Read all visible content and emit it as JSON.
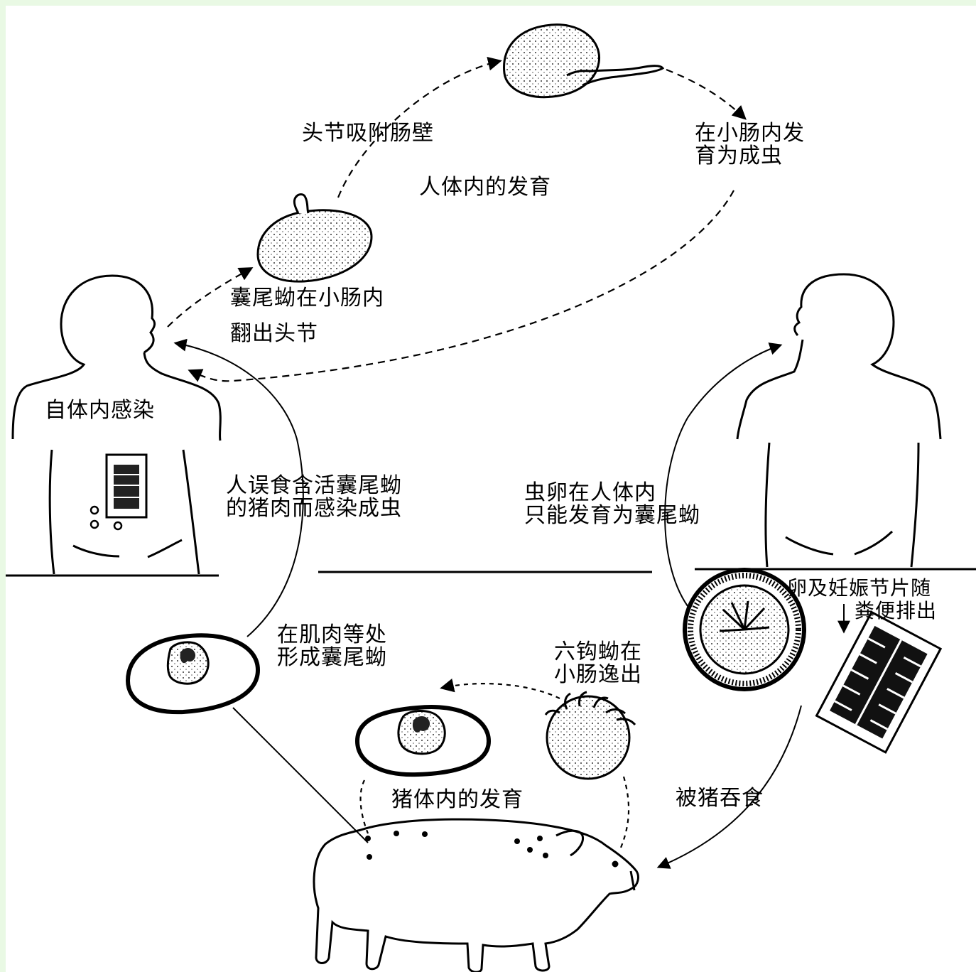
{
  "labels": {
    "scolex_attach": "头节吸附肠壁",
    "adult_line1": "在小肠内发",
    "adult_line2": "育为成虫",
    "human_dev": "人体内的发育",
    "evert_line1": "囊尾蚴在小肠内",
    "evert_line2": "翻出头节",
    "auto_infection": "自体内感染",
    "eat_pork_line1": "人误食含活囊尾蚴",
    "eat_pork_line2": "的猪肉而感染成虫",
    "egg_human_line1": "虫卵在人体内",
    "egg_human_line2": "只能发育为囊尾蚴",
    "egg_excrete_line1": "卵及妊娠节片随",
    "egg_excrete_line2": "粪便排出",
    "muscle_line1": "在肌肉等处",
    "muscle_line2": "形成囊尾蚴",
    "oncosphere_line1": "六钩蚴在",
    "oncosphere_line2": "小肠逸出",
    "pig_dev": "猪体内的发育",
    "pig_eat": "被猪吞食"
  }
}
